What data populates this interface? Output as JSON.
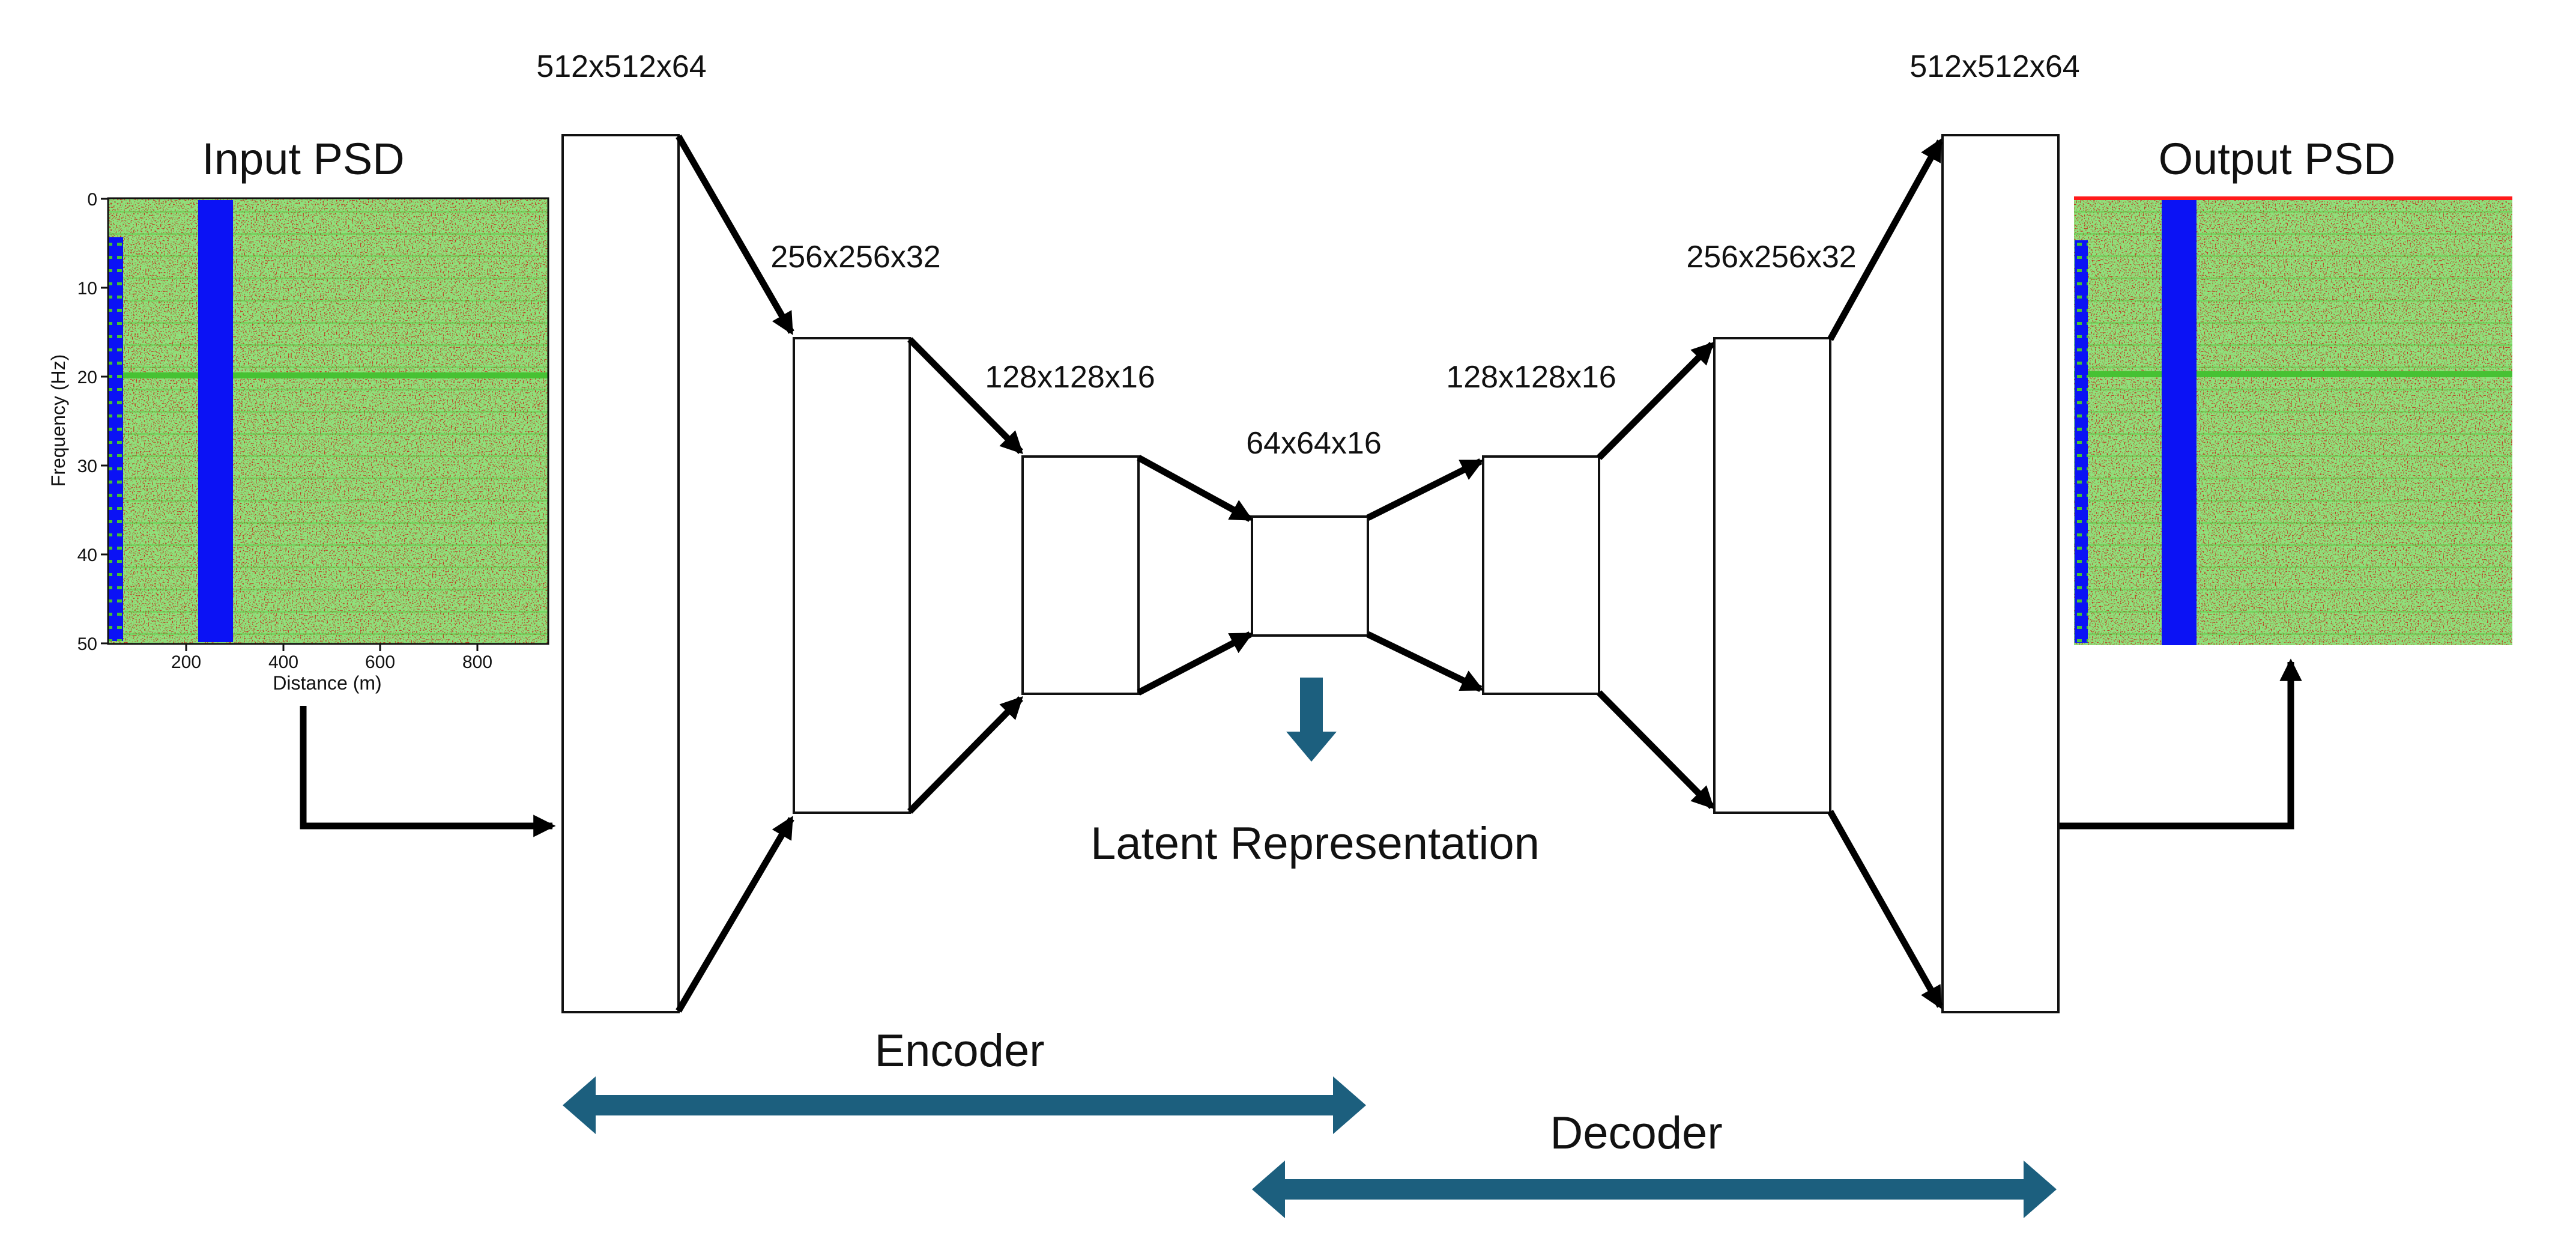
{
  "input_plot": {
    "title": "Input PSD",
    "xlabel": "Distance (m)",
    "ylabel": "Frequency (Hz)",
    "x_ticks": [
      "200",
      "400",
      "600",
      "800"
    ],
    "y_ticks": [
      "0",
      "10",
      "20",
      "30",
      "40",
      "50"
    ]
  },
  "output_plot": {
    "title": "Output PSD"
  },
  "encoder_dims": {
    "l1": "512x512x64",
    "l2": "256x256x32",
    "l3": "128x128x16",
    "bottleneck": "64x64x16"
  },
  "decoder_dims": {
    "l3": "128x128x16",
    "l2": "256x256x32",
    "l1": "512x512x64"
  },
  "latent_label": "Latent Representation",
  "encoder_label": "Encoder",
  "decoder_label": "Decoder",
  "colors": {
    "psd_background": "#c0371f",
    "psd_speckle": "#46c233",
    "psd_band": "#0b12f5",
    "span_arrow": "#1c5f7e",
    "block_stroke": "#111111"
  }
}
